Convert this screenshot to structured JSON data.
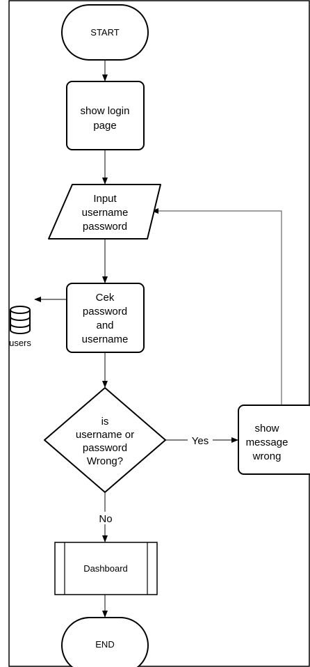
{
  "nodes": {
    "start": "START",
    "show_login": [
      "show login",
      "page"
    ],
    "input": [
      "Input",
      "username",
      "password"
    ],
    "cek": [
      "Cek",
      "password",
      "and",
      "username"
    ],
    "database": "users",
    "decision": [
      "is",
      "username or",
      "password",
      "Wrong?"
    ],
    "show_message": [
      "show",
      "message",
      "wrong"
    ],
    "dashboard": "Dashboard",
    "end": "END"
  },
  "edges": {
    "yes": "Yes",
    "no": "No"
  },
  "colors": {
    "stroke": "#000000",
    "arrow_line": "#333333",
    "feedback_line": "#666666",
    "frame_border": "#000000"
  }
}
